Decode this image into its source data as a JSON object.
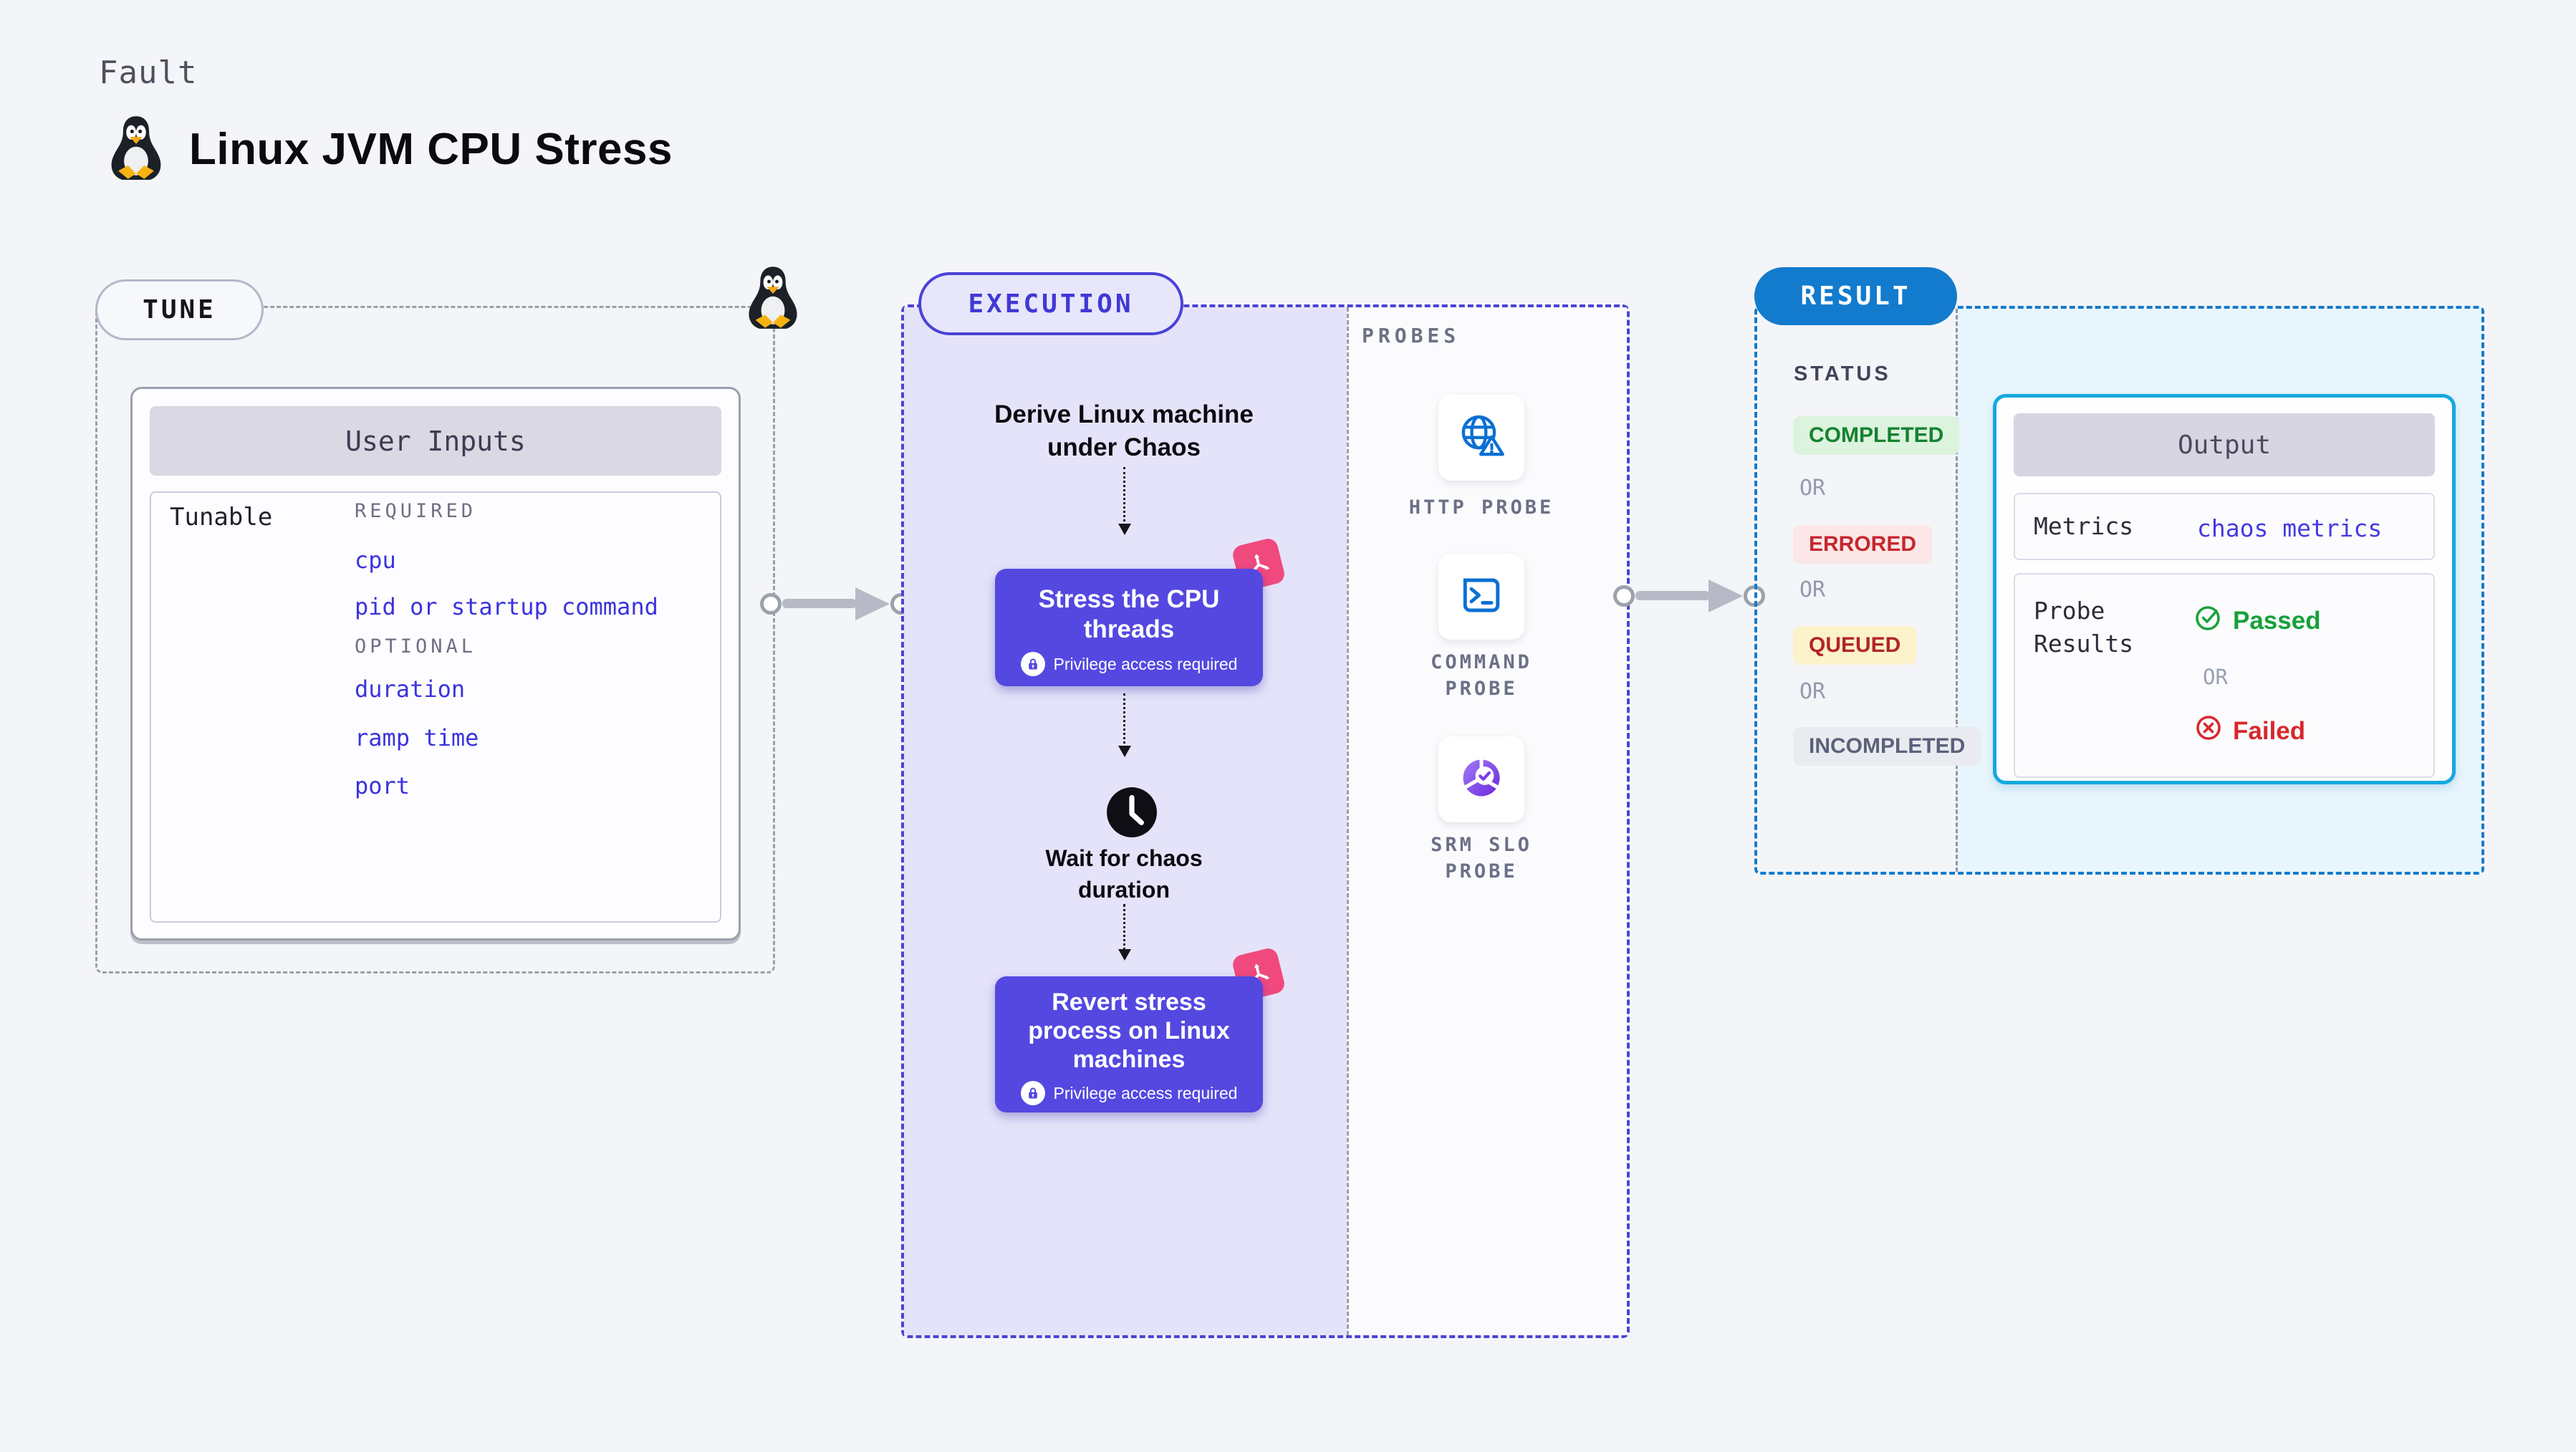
{
  "page": {
    "kind_label": "Fault",
    "title": "Linux JVM CPU Stress"
  },
  "tune": {
    "badge": "TUNE",
    "panel_title": "User Inputs",
    "row_label": "Tunable",
    "required_label": "REQUIRED",
    "optional_label": "OPTIONAL",
    "required_inputs": [
      "cpu",
      "pid or startup command"
    ],
    "optional_inputs": [
      "duration",
      "ramp time",
      "port"
    ]
  },
  "execution": {
    "badge": "EXECUTION",
    "derive_step": "Derive Linux machine under Chaos",
    "stress_card_title": "Stress the CPU threads",
    "wait_step": "Wait for chaos duration",
    "revert_card_title": "Revert stress process on Linux machines",
    "privilege_label": "Privilege access required"
  },
  "probes": {
    "label": "PROBES",
    "items": [
      {
        "name": "HTTP PROBE",
        "icon": "globe-alert-icon"
      },
      {
        "name": "COMMAND PROBE",
        "icon": "terminal-icon"
      },
      {
        "name": "SRM SLO PROBE",
        "icon": "slo-donut-check-icon"
      }
    ]
  },
  "result": {
    "badge": "RESULT",
    "status_label": "STATUS",
    "or_label": "OR",
    "statuses": [
      {
        "label": "COMPLETED",
        "fg": "#148231",
        "bg": "#dcf3dd"
      },
      {
        "label": "ERRORED",
        "fg": "#c6272e",
        "bg": "#fbe7e7"
      },
      {
        "label": "QUEUED",
        "fg": "#b32429",
        "bg": "#fcf2cb"
      },
      {
        "label": "INCOMPLETED",
        "fg": "#5a617a",
        "bg": "#eaebf1"
      }
    ],
    "output": {
      "title": "Output",
      "metrics_label": "Metrics",
      "metrics_value": "chaos metrics",
      "probe_results_label": "Probe Results",
      "passed_label": "Passed",
      "failed_label": "Failed"
    }
  },
  "colors": {
    "page_bg": "#f4f5f9",
    "accent_indigo": "#5448e1",
    "execution_border": "#4a43d6",
    "execution_panel": "#e5e3f9",
    "result_blue": "#137bcd",
    "result_panel_cyan": "#e8f5fc",
    "output_border": "#16a8df",
    "input_link_blue": "#3b33de",
    "passed_green": "#17a03a",
    "failed_red": "#d6282e",
    "chaos_badge_pink": "#f0497e",
    "probe_icon_blue": "#0b6fd4",
    "srm_icon_purple": "#7c3aed"
  }
}
